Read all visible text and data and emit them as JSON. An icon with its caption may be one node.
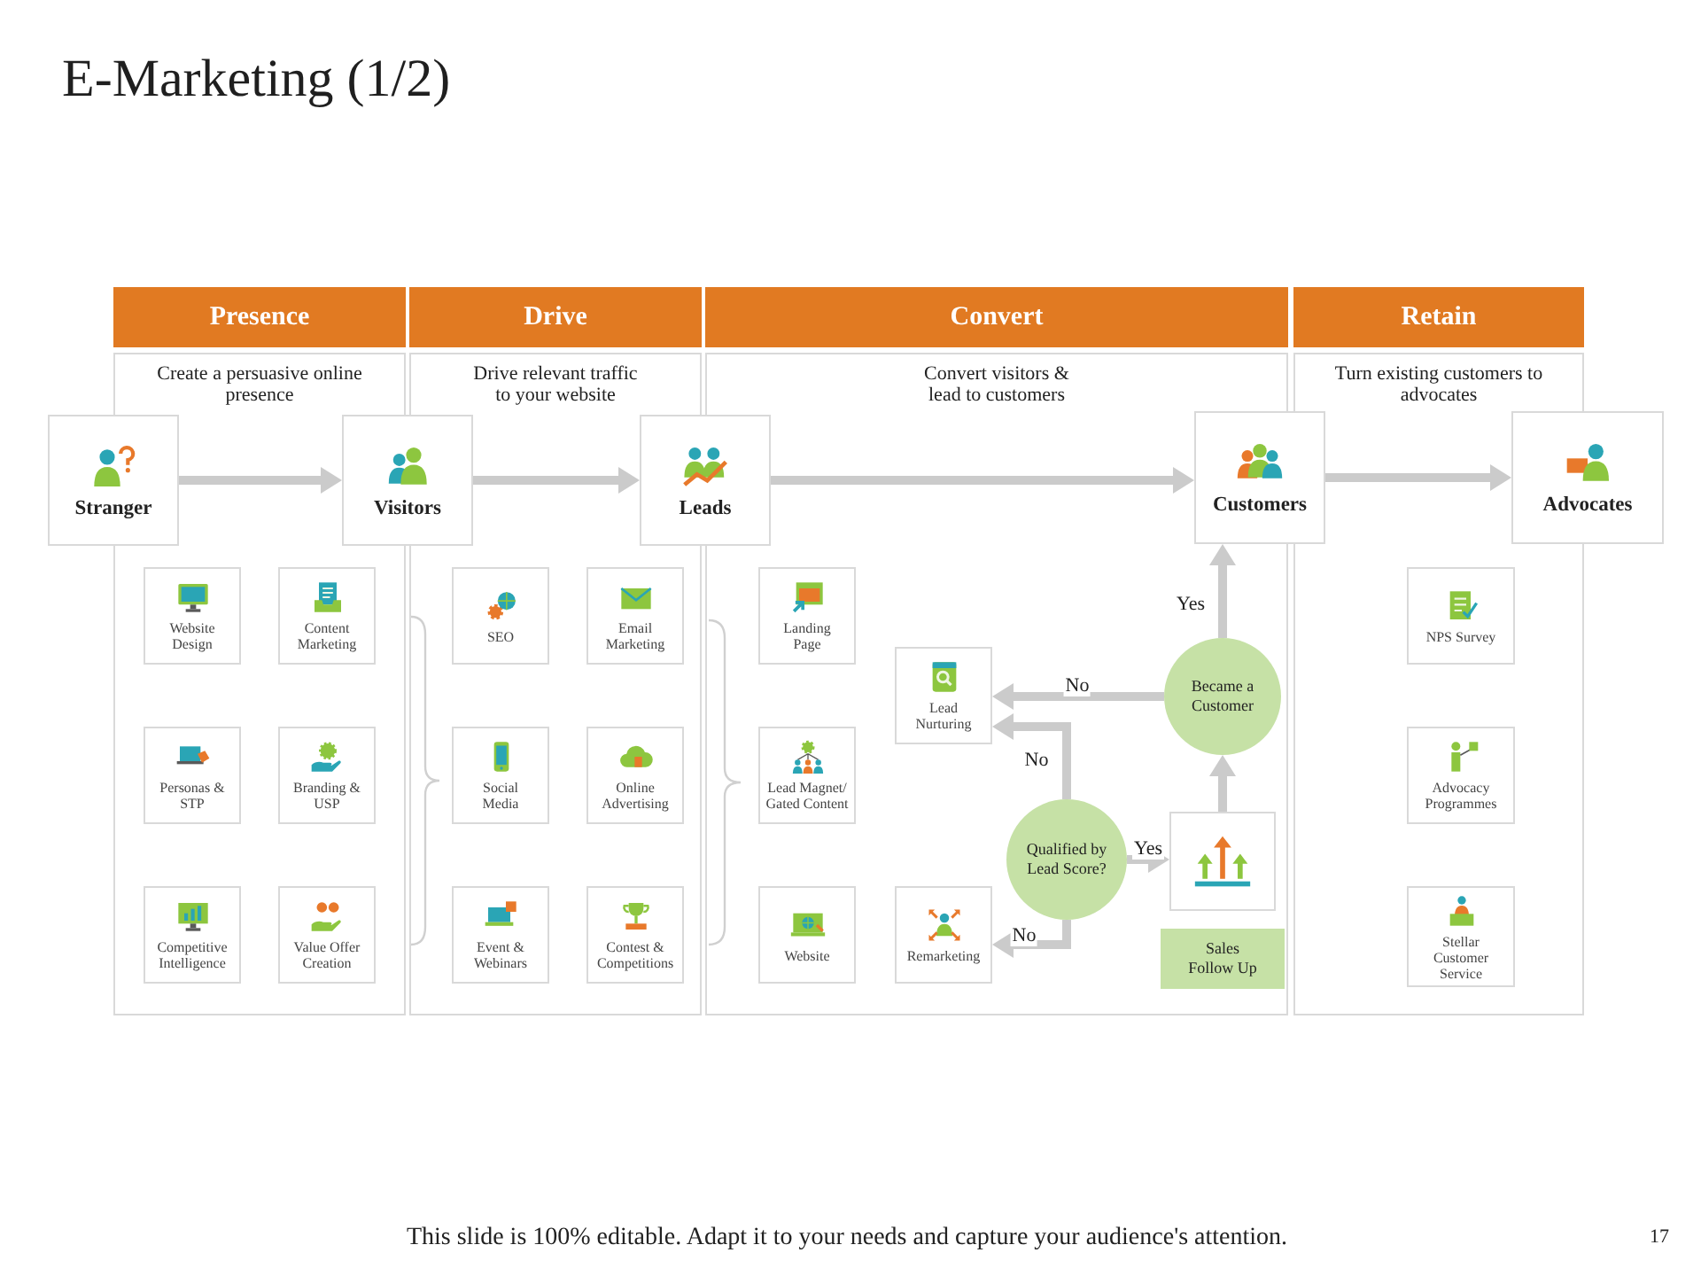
{
  "diagram": {
    "title": "E-Marketing (1/2)",
    "nodes": [
      {
        "text": [
          "Presence"
        ]
      },
      {
        "text": [
          "Drive"
        ]
      },
      {
        "text": [
          "Convert"
        ]
      },
      {
        "text": [
          "Retain"
        ]
      },
      {
        "text": [
          "Create a persuasive online presence"
        ]
      },
      {
        "text": [
          "Drive relevant traffic to your website"
        ]
      },
      {
        "text": [
          "Convert visitors & lead to customers"
        ]
      },
      {
        "text": [
          "Turn existing customers to advocates"
        ]
      },
      {
        "text": [
          "Stranger"
        ]
      },
      {
        "text": [
          "Visitors"
        ]
      },
      {
        "text": [
          "Leads"
        ]
      },
      {
        "text": [
          "Customers"
        ]
      },
      {
        "text": [
          "Advocates"
        ]
      },
      {
        "text": [
          "Website Design"
        ],
        "in": 4
      },
      {
        "text": [
          "Content Marketing"
        ],
        "in": 4
      },
      {
        "text": [
          "Personas & STP"
        ],
        "in": 4
      },
      {
        "text": [
          "Branding & USP"
        ],
        "in": 4
      },
      {
        "text": [
          "Competitive Intelligence"
        ],
        "in": 4
      },
      {
        "text": [
          "Value Offer Creation"
        ],
        "in": 4
      },
      {
        "text": [
          "SEO"
        ],
        "in": 5
      },
      {
        "text": [
          "Email Marketing"
        ],
        "in": 5
      },
      {
        "text": [
          "Social Media"
        ],
        "in": 5
      },
      {
        "text": [
          "Online Advertising"
        ],
        "in": 5
      },
      {
        "text": [
          "Event & Webinars"
        ],
        "in": 5
      },
      {
        "text": [
          "Contest & Competitions"
        ],
        "in": 5
      },
      {
        "text": [
          "Landing Page"
        ],
        "in": 6
      },
      {
        "text": [
          "Lead Nurturing"
        ],
        "in": 6
      },
      {
        "text": [
          "Lead Magnet/ Gated Content"
        ],
        "in": 6
      },
      {
        "text": [
          "Qualified by Lead Score?"
        ],
        "in": 6
      },
      {
        "text": [
          "Website"
        ],
        "in": 6
      },
      {
        "text": [
          "Remarketing"
        ],
        "in": 6
      },
      {
        "text": [
          "Became a Customer"
        ],
        "in": 6
      },
      {
        "text": [],
        "shape": "box",
        "in": 6
      },
      {
        "text": [
          "Sales Follow Up"
        ],
        "in": 6
      },
      {
        "text": [
          "NPS Survey"
        ],
        "in": 7
      },
      {
        "text": [
          "Advocacy Programmes"
        ],
        "in": 7
      },
      {
        "text": [
          "Stellar Customer Service"
        ],
        "in": 7
      }
    ],
    "edges": [
      {
        "from": 8,
        "to": 9,
        "arrow": "to"
      },
      {
        "from": 9,
        "to": 10,
        "arrow": "to"
      },
      {
        "from": 10,
        "to": 11,
        "arrow": "to"
      },
      {
        "from": 11,
        "to": 12,
        "arrow": "to"
      },
      {
        "from": 28,
        "to": 32,
        "arrow": "to",
        "label": "Yes"
      },
      {
        "from": 32,
        "to": 31,
        "arrow": "to"
      },
      {
        "from": 31,
        "to": 11,
        "arrow": "to",
        "label": "Yes"
      },
      {
        "from": 31,
        "to": 26,
        "arrow": "to",
        "label": "No"
      },
      {
        "from": 28,
        "to": 26,
        "arrow": "to",
        "label": "No"
      },
      {
        "from": 28,
        "to": 30,
        "arrow": "to",
        "label": "No"
      }
    ],
    "labels": [
      "This slide is 100% editable. Adapt it to your needs and capture your audience's attention.",
      "17"
    ]
  }
}
